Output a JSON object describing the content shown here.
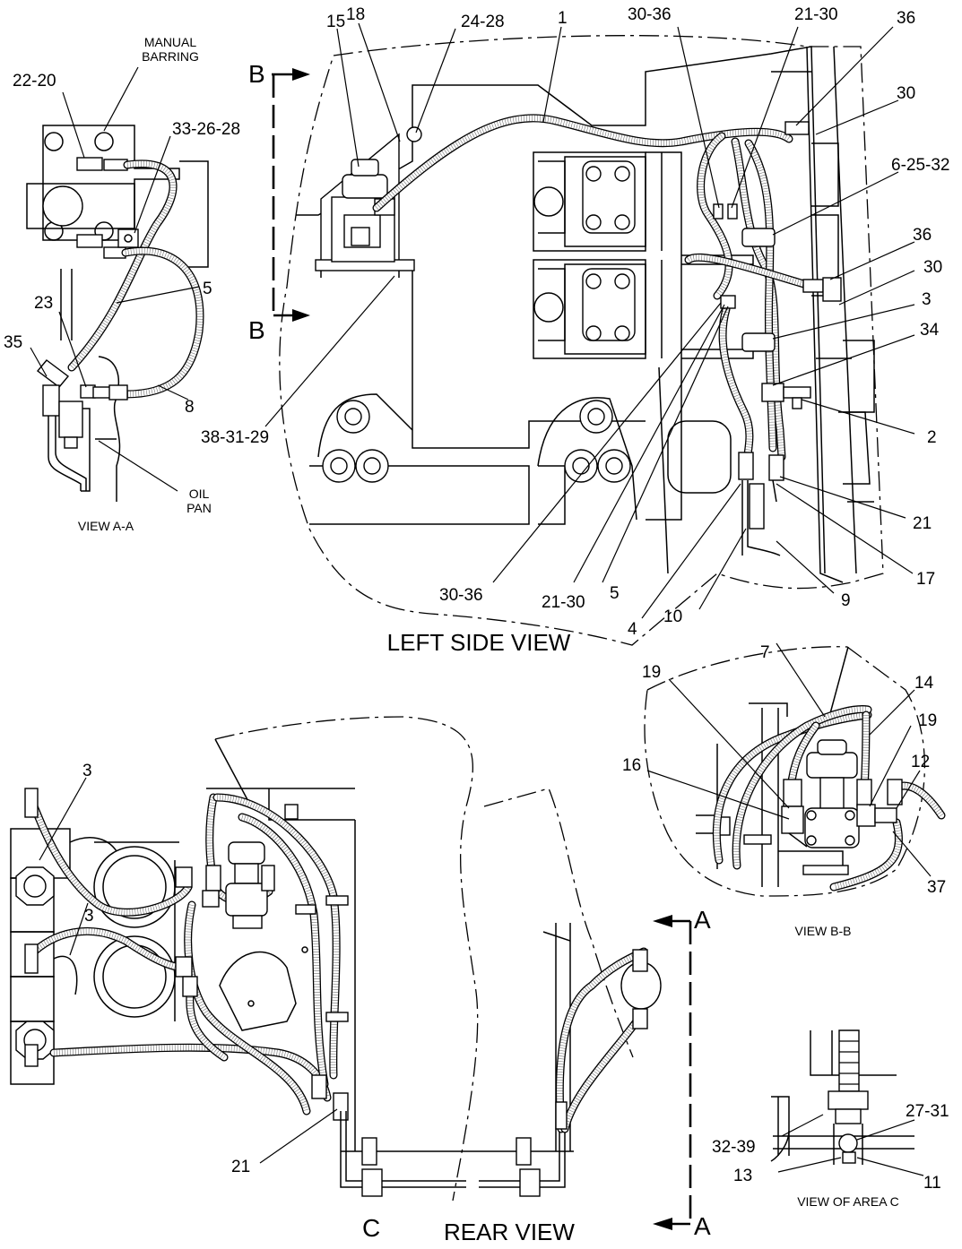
{
  "views": {
    "left_side": {
      "title": "LEFT SIDE VIEW"
    },
    "view_aa": {
      "title": "VIEW A-A"
    },
    "view_bb": {
      "title": "VIEW B-B"
    },
    "rear": {
      "title": "REAR VIEW"
    },
    "area_c": {
      "title": "VIEW OF AREA C"
    }
  },
  "section_markers": {
    "b_top": "B",
    "b_bottom": "B",
    "a_top": "A",
    "a_bottom": "A",
    "c": "C"
  },
  "notes": {
    "manual_barring_1": "MANUAL",
    "manual_barring_2": "BARRING",
    "oil_pan_1": "OIL",
    "oil_pan_2": "PAN"
  },
  "callouts": {
    "aa": [
      "22-20",
      "33-26-28",
      "5",
      "23",
      "35",
      "8"
    ],
    "ls": [
      "15",
      "18",
      "24-28",
      "1",
      "30-36",
      "21-30",
      "36",
      "30",
      "6-25-32",
      "36",
      "30",
      "3",
      "34",
      "2",
      "21",
      "17",
      "9",
      "10",
      "4",
      "5",
      "21-30",
      "30-36",
      "38-31-29"
    ],
    "bb": [
      "7",
      "19",
      "14",
      "19",
      "16",
      "12",
      "37"
    ],
    "rv": [
      "3",
      "3",
      "21"
    ],
    "c": [
      "32-39",
      "27-31",
      "13",
      "11"
    ]
  }
}
